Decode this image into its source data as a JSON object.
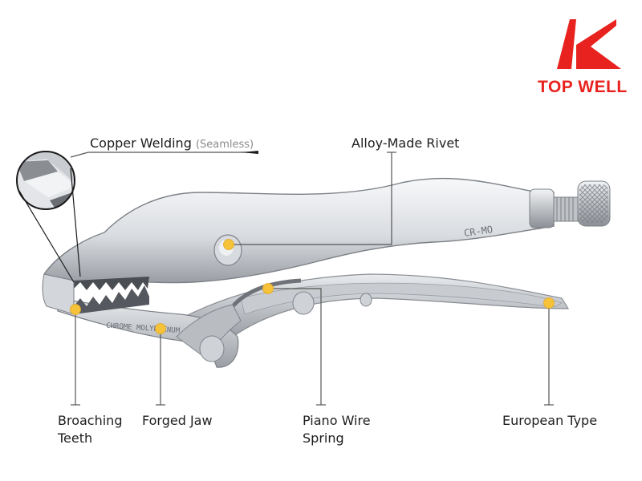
{
  "brand": {
    "name": "TOP WELL",
    "color": "#e8231f"
  },
  "product": {
    "stamp_handle": "CR-MO",
    "stamp_jaw": "CHROME MOLYBDENUM"
  },
  "callouts": [
    {
      "id": "copper-welding",
      "label": "Copper Welding",
      "sub": "(Seamless)"
    },
    {
      "id": "alloy-rivet",
      "label": "Alloy-Made Rivet"
    },
    {
      "id": "broaching-teeth",
      "label": "Broaching",
      "label2": "Teeth"
    },
    {
      "id": "forged-jaw",
      "label": "Forged Jaw"
    },
    {
      "id": "piano-wire-spring",
      "label": "Piano Wire",
      "label2": "Spring"
    },
    {
      "id": "european-type",
      "label": "European Type"
    }
  ],
  "colors": {
    "marker": "#f6c23a",
    "line": "#555555",
    "metal_light": "#eef0f2",
    "metal_dark": "#8f9399"
  }
}
